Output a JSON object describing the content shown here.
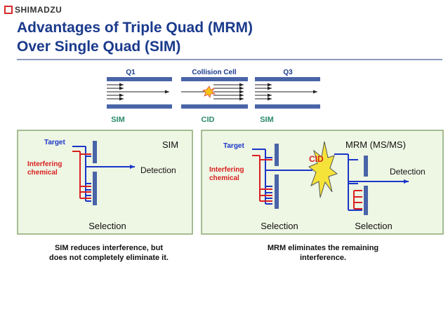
{
  "brand": "SHIMADZU",
  "title_line1": "Advantages of Triple Quad (MRM)",
  "title_line2": "Over Single Quad  (SIM)",
  "top": {
    "q1": "Q1",
    "collision_cell": "Collision Cell",
    "q3": "Q3",
    "sim_left": "SIM",
    "cid": "CID",
    "sim_right": "SIM"
  },
  "left_panel": {
    "target": "Target",
    "interfering": [
      "Interfering",
      "chemical"
    ],
    "title": "SIM",
    "detection": "Detection",
    "selection": "Selection"
  },
  "right_panel": {
    "target": "Target",
    "interfering": [
      "Interfering",
      "chemical"
    ],
    "title": "MRM (MS/MS)",
    "cid": "CID",
    "detection": "Detection",
    "selection_left": "Selection",
    "selection_right": "Selection"
  },
  "caption_left": [
    "SIM reduces interference, but",
    "does not completely eliminate it."
  ],
  "caption_right": [
    "MRM eliminates the remaining",
    "interference."
  ],
  "colors": {
    "title": "#1a3a8c",
    "rod": "#4a64a8",
    "target_blue": "#1a36c8",
    "interfering_red": "#d92020",
    "label_green": "#2a8a6a",
    "panel_bg": "#eef6e4",
    "panel_border": "#8aa872",
    "burst": "#f5e33a"
  }
}
